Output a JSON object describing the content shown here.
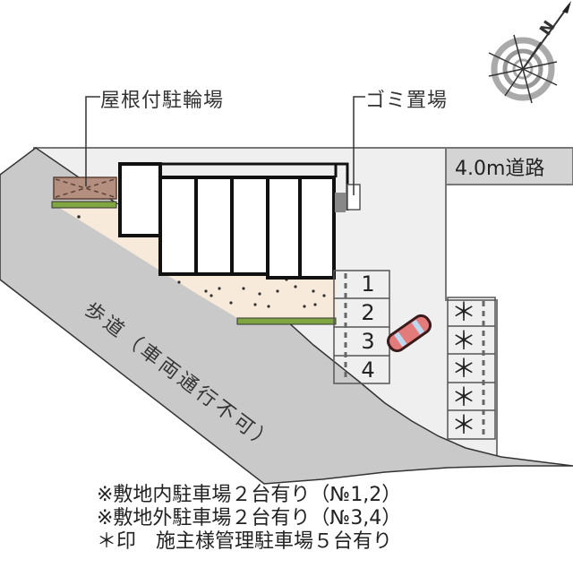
{
  "callouts": {
    "bicycle_parking": "屋根付駐輪場",
    "garbage_area": "ゴミ置場"
  },
  "road": {
    "label": "4.0m道路"
  },
  "sidewalk": {
    "label": "歩道（車両通行不可）"
  },
  "compass": {
    "icon": "north-arrow-compass-icon",
    "direction_letter": "N"
  },
  "parking": {
    "onsite_slots": [
      {
        "number": "1"
      },
      {
        "number": "2"
      },
      {
        "number": "3"
      },
      {
        "number": "4"
      }
    ],
    "owner_slots": [
      {
        "mark": "＊"
      },
      {
        "mark": "＊"
      },
      {
        "mark": "＊"
      },
      {
        "mark": "＊"
      },
      {
        "mark": "＊"
      }
    ],
    "car_icon": "red-car-icon"
  },
  "notes": [
    "※敷地内駐車場２台有り（№1,2）",
    "※敷地外駐車場２台有り（№3,4）",
    "＊印　施主様管理駐車場５台有り"
  ],
  "colors": {
    "site_bg": "#efefef",
    "sidewalk": "#c9c9c9",
    "road": "#d4d4d4",
    "garden": "#f7eadb",
    "bike_roof": "#b48e7e",
    "hedge": "#7fa640",
    "car": "#e47b7b"
  }
}
